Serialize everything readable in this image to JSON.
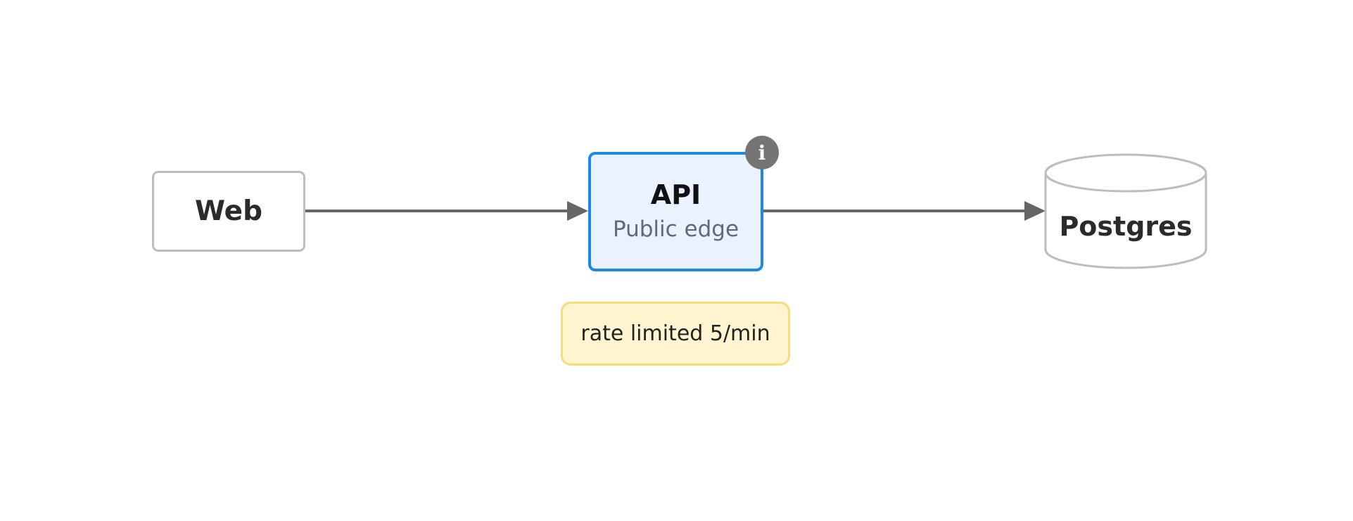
{
  "nodes": {
    "web": {
      "label": "Web"
    },
    "api": {
      "label": "API",
      "sublabel": "Public edge"
    },
    "db": {
      "label": "Postgres"
    }
  },
  "info_badge": {
    "icon": "info-icon",
    "glyph": "i"
  },
  "note": {
    "text": "rate limited 5/min"
  },
  "edges": [
    {
      "from": "web",
      "to": "api"
    },
    {
      "from": "api",
      "to": "db"
    }
  ],
  "colors": {
    "edge": "#666666",
    "api_border": "#1e88e5",
    "api_fill": "#eaf2fd",
    "note_fill": "#fff6d1",
    "note_border": "#f6dd7a",
    "node_border": "#bdbdbd"
  }
}
